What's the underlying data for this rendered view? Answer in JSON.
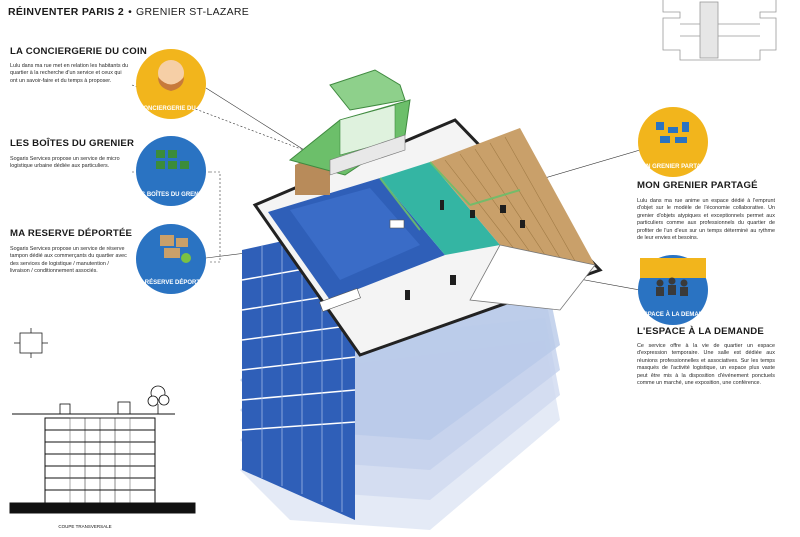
{
  "header": {
    "project": "RÉINVENTER PARIS 2",
    "separator": "•",
    "site": "GRENIER ST-LAZARE"
  },
  "sections": [
    {
      "title": "LA CONCIERGERIE DU COIN",
      "body": "Lulu dans ma rue met en relation les habitants du quartier à la recherche d'un service et ceux qui ont un savoir-faire et du temps à proposer.",
      "badge": "LA CONCIERGERIE DU COIN",
      "color": "#f2b51c"
    },
    {
      "title": "LES BOÎTES DU GRENIER",
      "body": "Sogaris Services propose un service de micro logistique urbaine dédiée aux particuliers.",
      "badge": "LES BOÎTES DU GRENIER",
      "color": "#2a73c2"
    },
    {
      "title": "MA RESERVE DÉPORTÉE",
      "body": "Sogaris Services propose un service de réserve tampon dédié aux commerçants du quartier avec des services de logistique / manutention / livraison / conditionnement associés.",
      "badge": "MA RÉSERVE DÉPORTÉE",
      "color": "#2a73c2"
    },
    {
      "title": "MON GRENIER PARTAGÉ",
      "body": "Lulu dans ma rue anime un espace dédié à l'emprunt d'objet sur le modèle de l'économie collaborative. Un grenier d'objets atypiques et exceptionnels permet aux particuliers comme aux professionnels du quartier de profiter de l'un d'eux sur un temps déterminé au rythme de leur envies et besoins.",
      "badge": "MON GRENIER PARTAGÉ",
      "color": "#f2b51c"
    },
    {
      "title": "L'ESPACE À LA DEMANDE",
      "body": "Ce service offre à la vie de quartier un espace d'expression temporaire. Une salle est dédiée aux réunions professionnelles et associatives. Sur les temps masqués de l'activité logistique, un espace plus vaste peut être mis à la disposition d'événement ponctuels comme un marché, une exposition, une conférence.",
      "badge": "L'ESPACE À LA DEMANDE",
      "color": "#2a73c2"
    }
  ],
  "section_caption": "COUPE TRANSVERSALE",
  "colors": {
    "blue": "#2f5fb8",
    "light_blue": "#bcd0ee",
    "green": "#6cbf6a",
    "wood": "#c9a06a",
    "teal": "#34b5a3",
    "dark": "#1e1e1e"
  },
  "icons": [
    "person-icon",
    "shelves-icon",
    "boxes-icon",
    "objects-icon",
    "crowd-icon",
    "floor-plan-icon",
    "building-section-icon",
    "tree-icon",
    "small-building-icon"
  ]
}
